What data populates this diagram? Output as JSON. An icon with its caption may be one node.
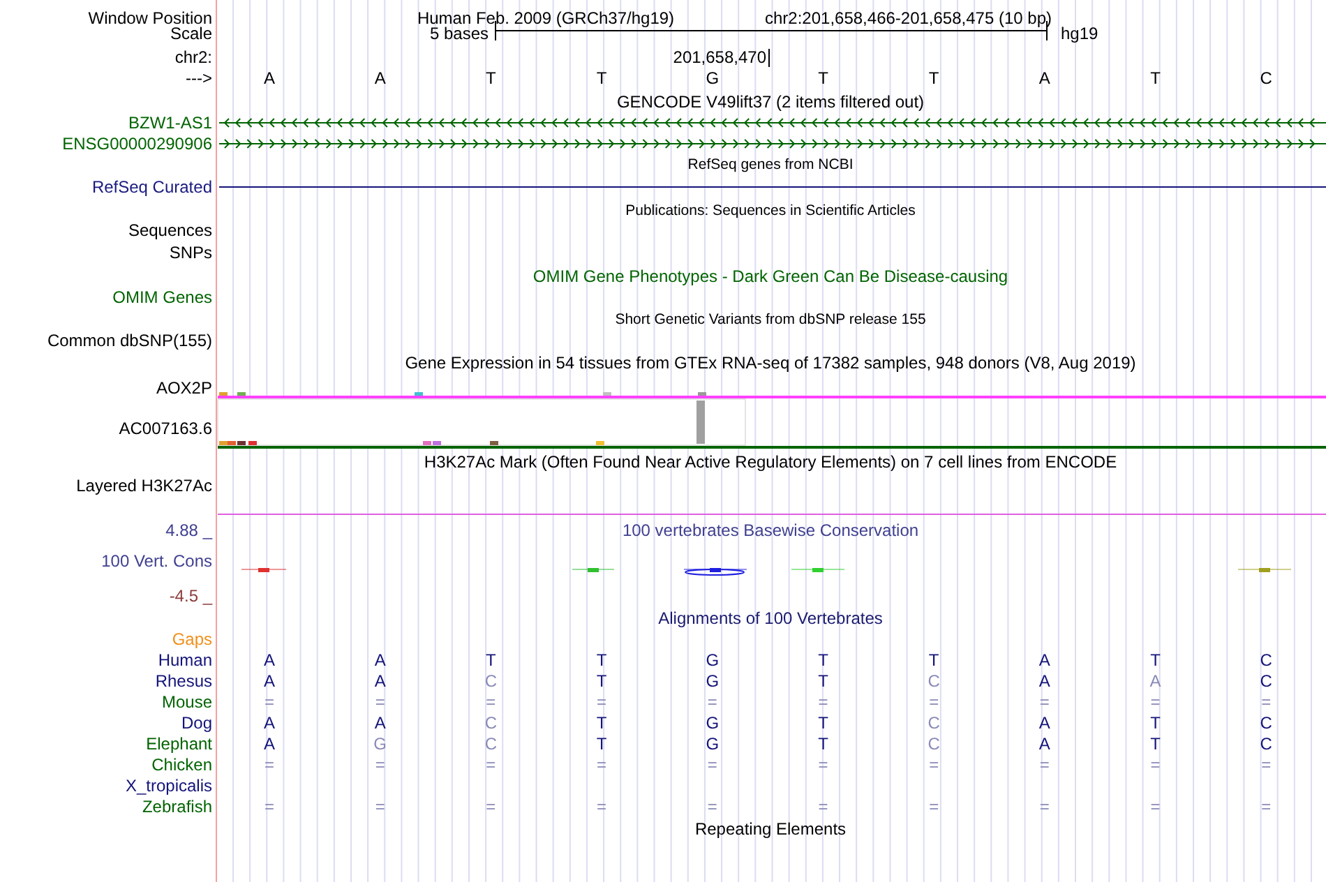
{
  "diagram": {
    "labels": [
      "Window Position",
      "Human Feb. 2009 (GRCh37/hg19)",
      "chr2:201,658,466-201,658,475 (10 bp)",
      "Scale",
      "5 bases",
      "hg19",
      "chr2:",
      "201,658,470",
      "--->",
      "A",
      "A",
      "T",
      "T",
      "G",
      "T",
      "T",
      "A",
      "T",
      "C",
      "GENCODE V49lift37 (2 items filtered out)",
      "BZW1-AS1",
      "ENSG00000290906",
      "RefSeq genes from NCBI",
      "RefSeq Curated",
      "Publications: Sequences in Scientific Articles",
      "Sequences",
      "SNPs",
      "OMIM Gene Phenotypes - Dark Green Can Be Disease-causing",
      "OMIM Genes",
      "Short Genetic Variants from dbSNP release 155",
      "Common dbSNP(155)",
      "Gene Expression in 54 tissues from GTEx RNA-seq of 17382 samples, 948 donors (V8, Aug 2019)",
      "AOX2P",
      "AC007163.6",
      "H3K27Ac Mark (Often Found Near Active Regulatory Elements) on 7 cell lines from ENCODE",
      "Layered H3K27Ac",
      "4.88 _",
      "100 vertebrates Basewise Conservation",
      "100 Vert. Cons",
      "-4.5 _",
      "Alignments of 100 Vertebrates",
      "Gaps",
      "Human",
      "A",
      "A",
      "T",
      "T",
      "G",
      "T",
      "T",
      "A",
      "T",
      "C",
      "Rhesus",
      "A",
      "A",
      "C",
      "T",
      "G",
      "T",
      "C",
      "A",
      "A",
      "C",
      "Mouse",
      "=",
      "=",
      "=",
      "=",
      "=",
      "=",
      "=",
      "=",
      "=",
      "=",
      "Dog",
      "A",
      "A",
      "C",
      "T",
      "G",
      "T",
      "C",
      "A",
      "T",
      "C",
      "Elephant",
      "A",
      "G",
      "C",
      "T",
      "G",
      "T",
      "C",
      "A",
      "T",
      "C",
      "Chicken",
      "=",
      "=",
      "=",
      "=",
      "=",
      "=",
      "=",
      "=",
      "=",
      "=",
      "X_tropicalis",
      "Zebrafish",
      "=",
      "=",
      "=",
      "=",
      "=",
      "=",
      "=",
      "=",
      "=",
      "=",
      "Repeating Elements"
    ]
  }
}
